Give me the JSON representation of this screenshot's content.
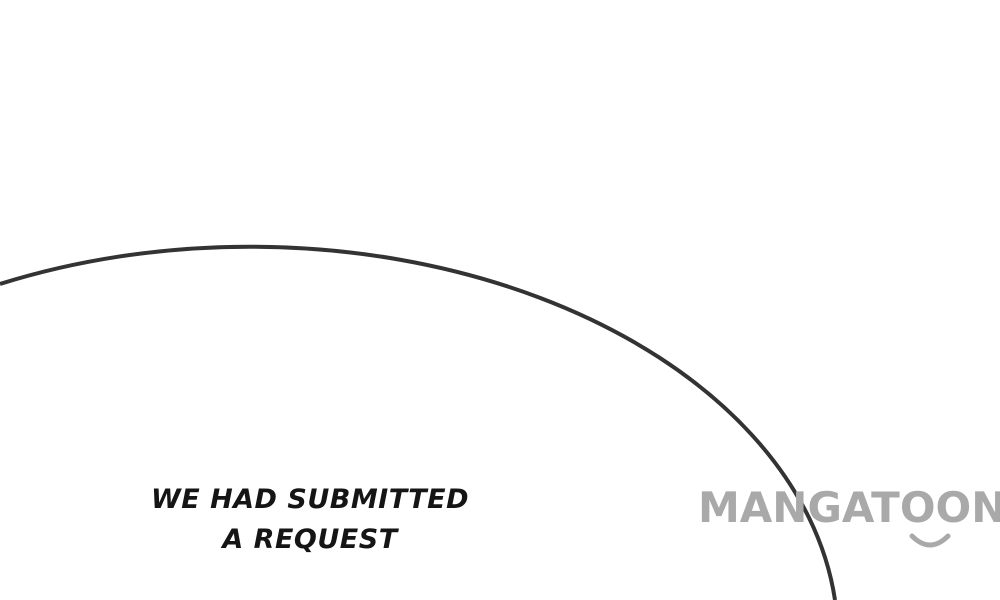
{
  "caption": {
    "line1": "WE HAD SUBMITTED",
    "line2": "A REQUEST"
  },
  "watermark": {
    "text": "MANGATOON",
    "color": "#a9a9a9"
  },
  "bubble": {
    "stroke_color": "#333333"
  }
}
